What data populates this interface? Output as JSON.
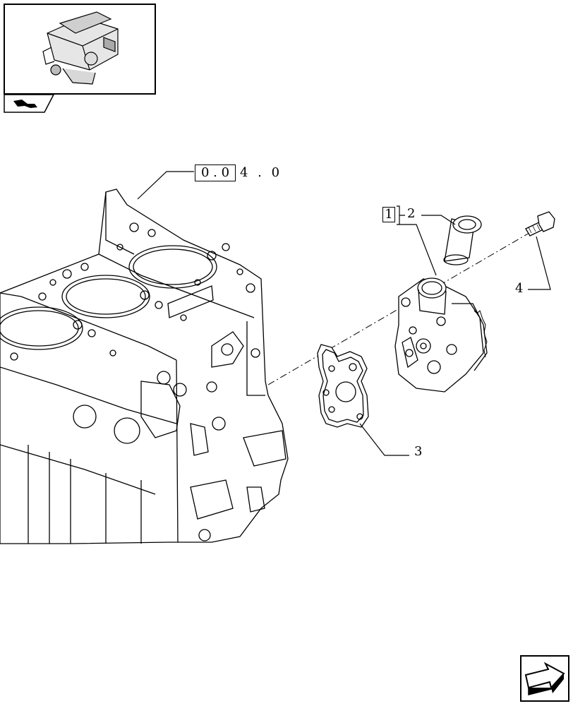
{
  "reference": {
    "boxed_part": "0 . 0",
    "suffix": "4 . 0"
  },
  "group_box": "1",
  "callouts": {
    "c2": "2",
    "c3": "3",
    "c4": "4"
  },
  "icons": {
    "thumbnail": "engine-thumbnail-icon",
    "thumb_tab": "wrench-tab-icon",
    "nav": "next-page-arrow-icon"
  }
}
